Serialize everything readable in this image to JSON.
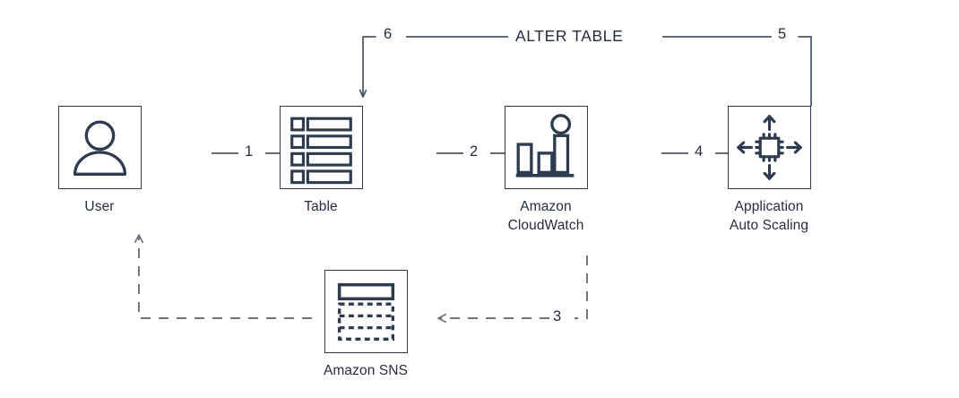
{
  "diagram": {
    "title": "ALTER TABLE",
    "background_color": "#ffffff",
    "stroke_color": "#2e3a4e",
    "text_color": "#232f3e",
    "nodes": [
      {
        "id": "user",
        "label": "User",
        "icon": "user-icon"
      },
      {
        "id": "table",
        "label": "Table",
        "icon": "table-icon"
      },
      {
        "id": "cloudwatch",
        "label": "Amazon\nCloudWatch",
        "icon": "cloudwatch-icon"
      },
      {
        "id": "autoscaling",
        "label": "Application\nAuto Scaling",
        "icon": "auto-scaling-icon"
      },
      {
        "id": "sns",
        "label": "Amazon SNS",
        "icon": "sns-icon"
      }
    ],
    "edges": [
      {
        "id": "e1",
        "label": "1",
        "from": "user",
        "to": "table",
        "style": "solid",
        "direction": "right"
      },
      {
        "id": "e2",
        "label": "2",
        "from": "table",
        "to": "cloudwatch",
        "style": "solid",
        "direction": "right"
      },
      {
        "id": "e3",
        "label": "3",
        "from": "cloudwatch",
        "to": "sns",
        "style": "dashed",
        "direction": "left"
      },
      {
        "id": "e4",
        "label": "4",
        "from": "cloudwatch",
        "to": "autoscaling",
        "style": "solid",
        "direction": "right"
      },
      {
        "id": "e5",
        "label": "5",
        "from": "autoscaling",
        "to": "alter-table",
        "style": "solid",
        "direction": "up"
      },
      {
        "id": "e6",
        "label": "6",
        "from": "alter-table",
        "to": "table",
        "style": "solid",
        "direction": "down"
      },
      {
        "id": "e7",
        "label": "",
        "from": "sns",
        "to": "user",
        "style": "dashed",
        "direction": "up"
      }
    ]
  }
}
